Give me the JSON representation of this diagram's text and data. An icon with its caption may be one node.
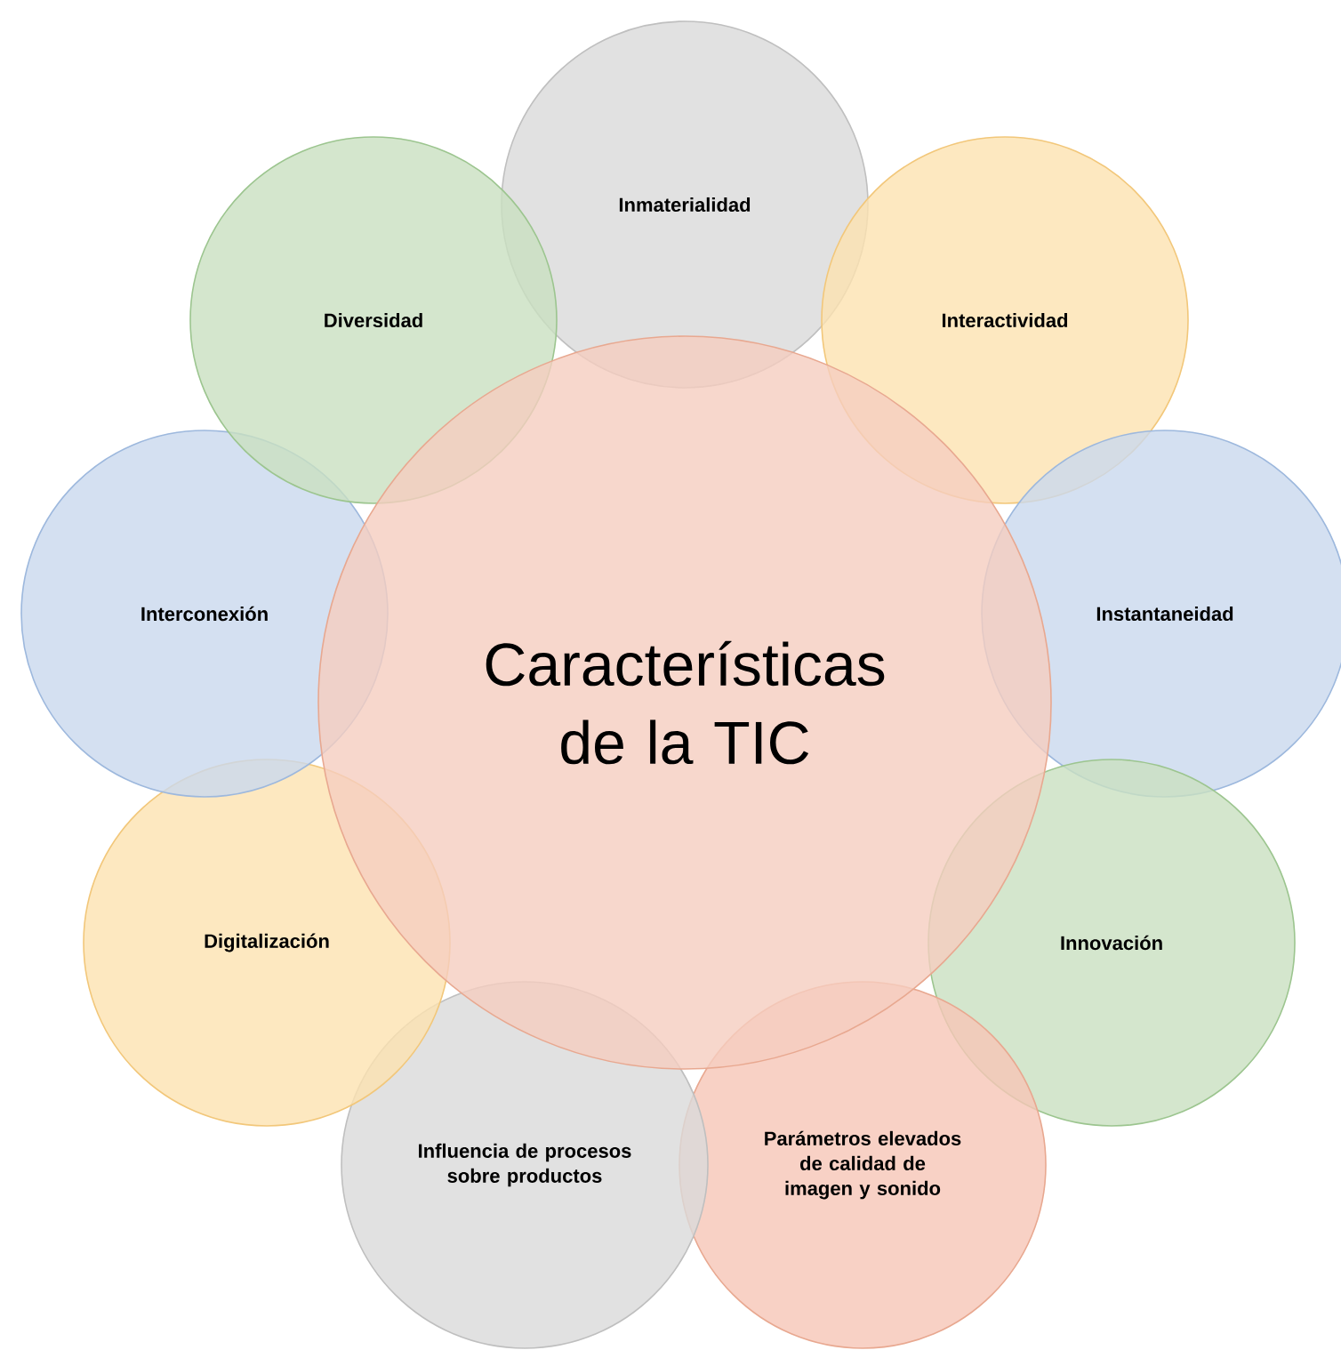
{
  "diagram": {
    "nodes": [
      {
        "text": [
          "Características de la TIC"
        ]
      },
      {
        "text": [
          "Inmaterialidad"
        ]
      },
      {
        "text": [
          "Interactividad"
        ]
      },
      {
        "text": [
          "Instantaneidad"
        ]
      },
      {
        "text": [
          "Innovación"
        ]
      },
      {
        "text": [
          "Parámetros elevados de calidad de imagen y sonido"
        ]
      },
      {
        "text": [
          "Influencia de procesos sobre productos"
        ]
      },
      {
        "text": [
          "Digitalización"
        ]
      },
      {
        "text": [
          "Interconexión"
        ]
      },
      {
        "text": [
          "Diversidad"
        ]
      }
    ]
  }
}
